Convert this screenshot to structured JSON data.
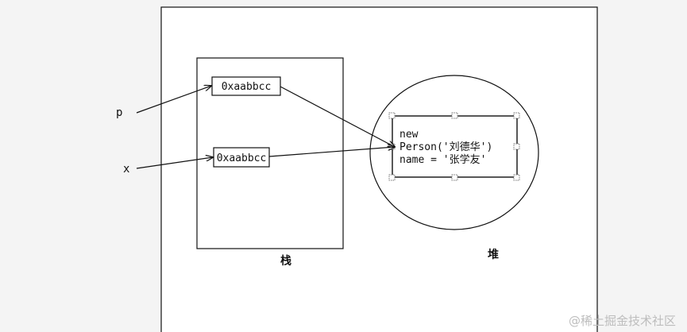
{
  "stack": {
    "label": "栈",
    "cells": [
      "0xaabbcc",
      "0xaabbcc"
    ]
  },
  "heap": {
    "label": "堆",
    "object_lines": [
      "new",
      "Person('刘德华')",
      "name = '张学友'"
    ]
  },
  "variables": [
    "p",
    "x"
  ],
  "watermark": "@稀土掘金技术社区",
  "colors": {
    "background": "#f4f4f4",
    "line": "#111111",
    "panel": "#ffffff",
    "watermark": "#bdbdbd"
  }
}
